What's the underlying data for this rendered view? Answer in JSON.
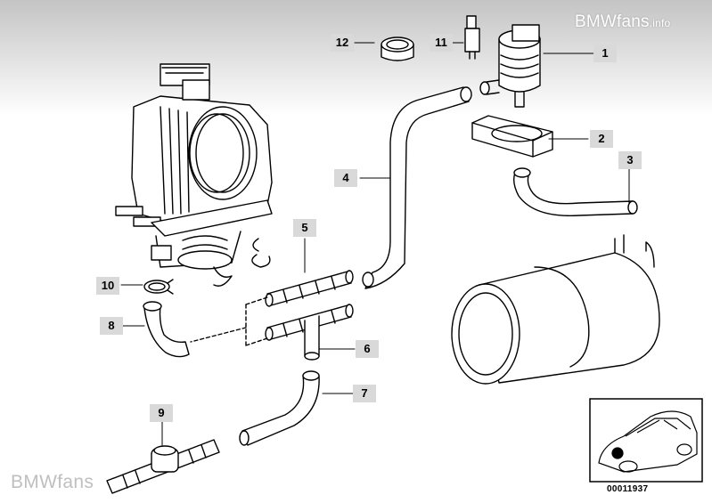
{
  "watermark_top": {
    "brand": "BMWfans",
    "suffix": ".info"
  },
  "watermark_bottom": "BMWfans",
  "callouts": {
    "c1": "1",
    "c2": "2",
    "c3": "3",
    "c4": "4",
    "c5": "5",
    "c6": "6",
    "c7": "7",
    "c8": "8",
    "c9": "9",
    "c10": "10",
    "c11": "11",
    "c12": "12"
  },
  "inset": {
    "code": "00011937"
  },
  "colors": {
    "header_gradient_top": "#c9c9c9",
    "callout_bg": "#d9d9d9",
    "line": "#000000"
  }
}
